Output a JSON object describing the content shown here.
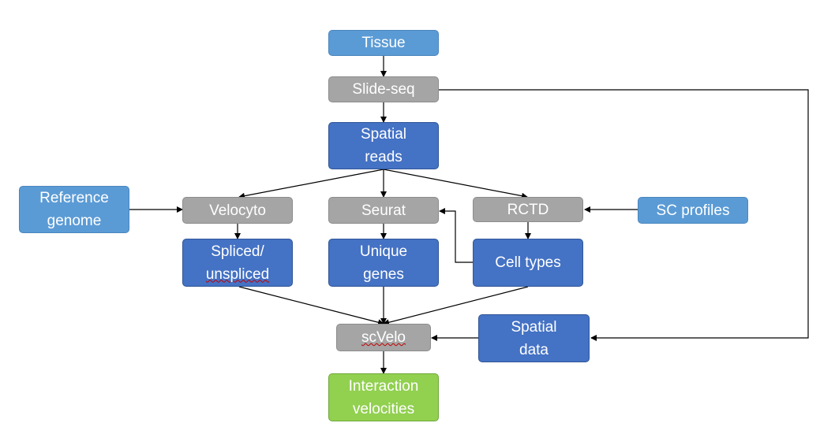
{
  "nodes": {
    "tissue": "Tissue",
    "slideseq": "Slide-seq",
    "spatial_reads_l1": "Spatial",
    "spatial_reads_l2": "reads",
    "reference_genome_l1": "Reference",
    "reference_genome_l2": "genome",
    "velocyto": "Velocyto",
    "seurat": "Seurat",
    "rctd": "RCTD",
    "sc_profiles": "SC profiles",
    "spliced_l1": "Spliced/",
    "spliced_l2": "unspliced",
    "unique_genes_l1": "Unique",
    "unique_genes_l2": "genes",
    "cell_types": "Cell types",
    "spatial_data_l1": "Spatial",
    "spatial_data_l2": "data",
    "scvelo": "scVelo",
    "interaction_l1": "Interaction",
    "interaction_l2": "velocities"
  },
  "colors": {
    "light_blue": "#5b9bd5",
    "dark_blue": "#4472c4",
    "grey": "#a5a5a5",
    "green": "#92d050",
    "arrow": "#000000"
  }
}
